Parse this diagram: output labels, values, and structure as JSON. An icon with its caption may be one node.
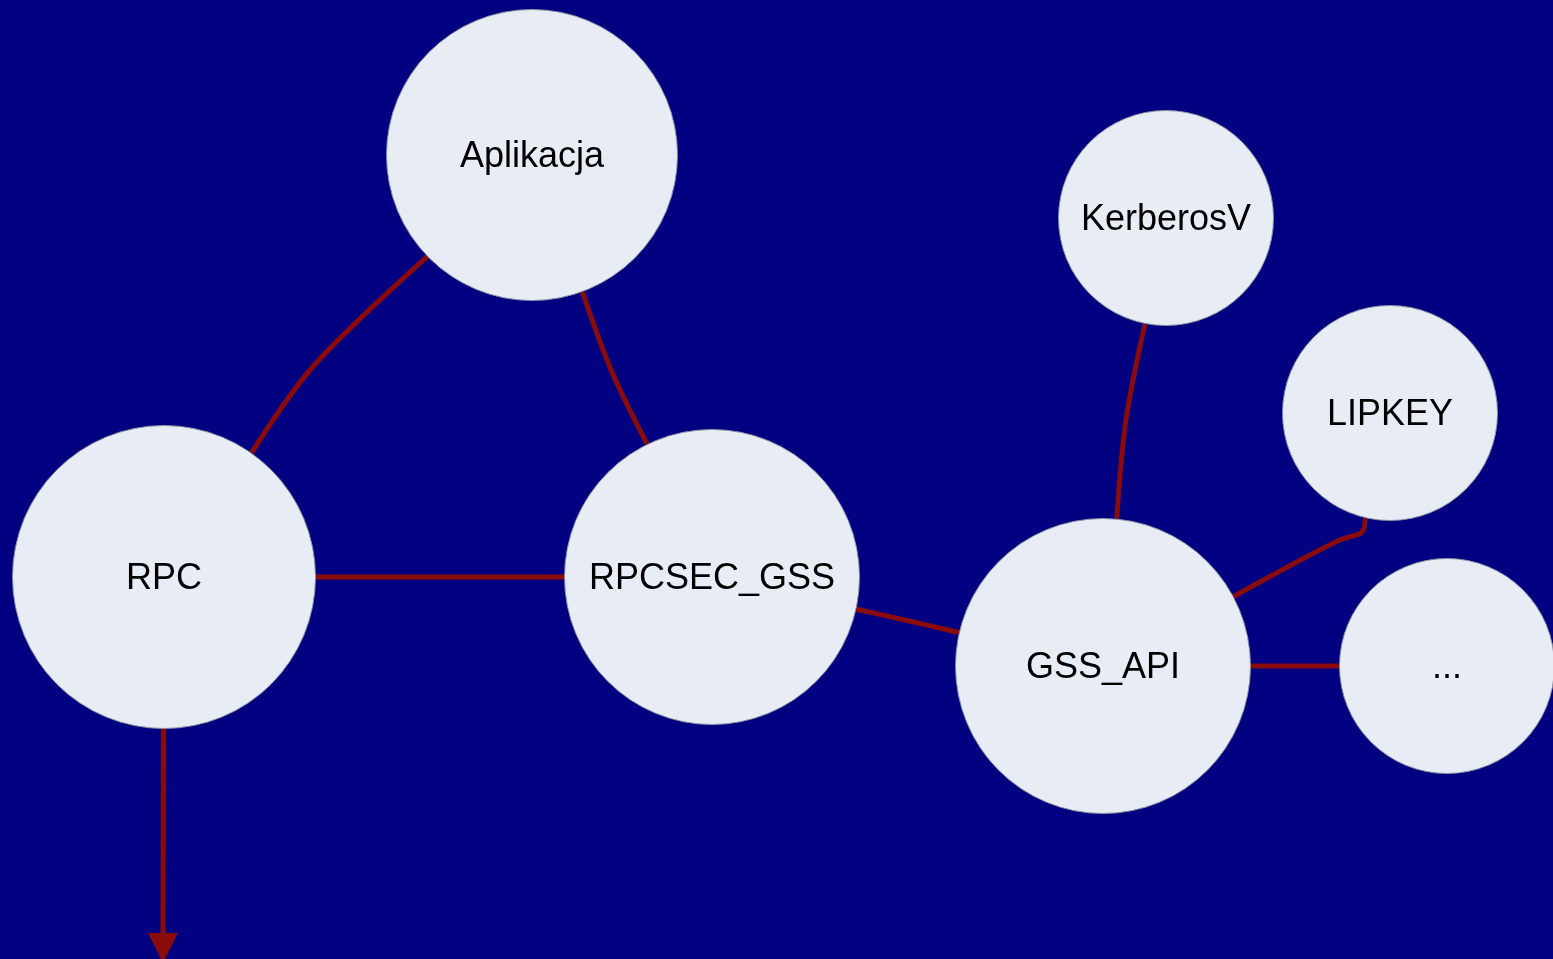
{
  "diagram": {
    "nodes": [
      {
        "text": [
          "Aplikacja"
        ]
      },
      {
        "text": [
          "KerberosV"
        ]
      },
      {
        "text": [
          "LIPKEY"
        ]
      },
      {
        "text": [
          "RPC"
        ]
      },
      {
        "text": [
          "RPCSEC_GSS"
        ]
      },
      {
        "text": [
          "GSS_API"
        ]
      },
      {
        "text": [
          "..."
        ]
      }
    ],
    "edges": [
      {
        "from": 0,
        "to": 3,
        "arrow": "none"
      },
      {
        "from": 0,
        "to": 4,
        "arrow": "none"
      },
      {
        "from": 3,
        "to": 4,
        "arrow": "none"
      },
      {
        "from": 4,
        "to": 5,
        "arrow": "none"
      },
      {
        "from": 1,
        "to": 5,
        "arrow": "none"
      },
      {
        "from": 2,
        "to": 5,
        "arrow": "none"
      },
      {
        "from": 5,
        "to": 6,
        "arrow": "none"
      },
      {
        "from": 3,
        "to": null,
        "arrow": "to"
      }
    ]
  }
}
